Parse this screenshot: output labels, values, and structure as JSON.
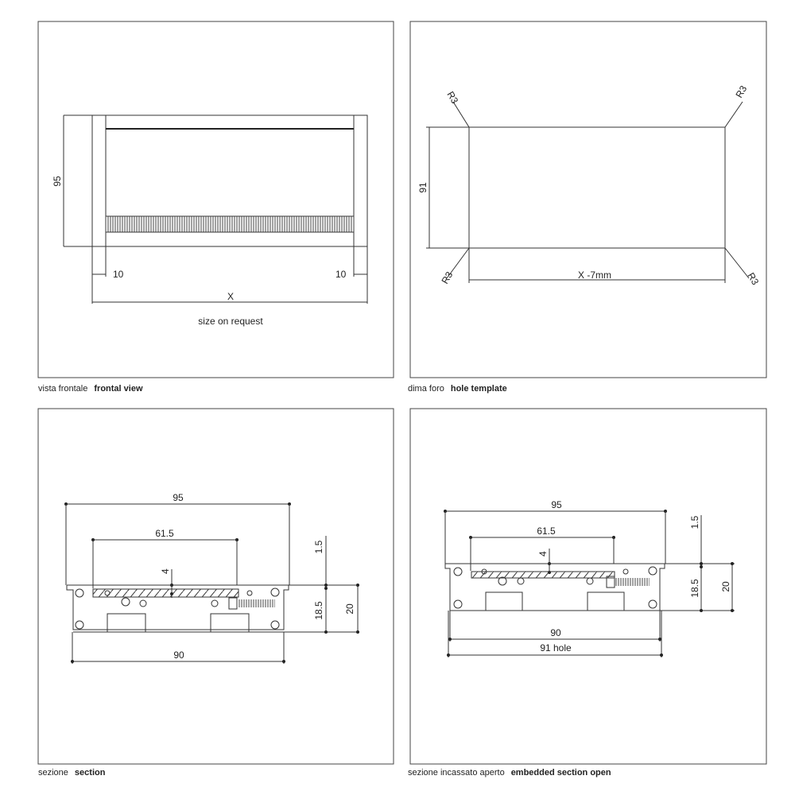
{
  "panels": {
    "frontal": {
      "caption_it": "vista frontale",
      "caption_en": "frontal view",
      "dim_height": "95",
      "dim_left": "10",
      "dim_right": "10",
      "dim_width": "X",
      "note": "size on request"
    },
    "hole": {
      "caption_it": "dima foro",
      "caption_en": "hole template",
      "dim_height": "91",
      "dim_width": "X -7mm",
      "radius_tl": "R3",
      "radius_tr": "R3",
      "radius_bl": "R3",
      "radius_br": "R3"
    },
    "section": {
      "caption_it": "sezione",
      "caption_en": "section",
      "dim_95": "95",
      "dim_61_5": "61.5",
      "dim_4": "4",
      "dim_1_5": "1.5",
      "dim_18_5": "18.5",
      "dim_20": "20",
      "dim_90": "90"
    },
    "embedded": {
      "caption_it": "sezione incassato aperto",
      "caption_en": "embedded section open",
      "dim_95": "95",
      "dim_61_5": "61.5",
      "dim_4": "4",
      "dim_1_5": "1.5",
      "dim_18_5": "18.5",
      "dim_20": "20",
      "dim_90": "90",
      "dim_91": "91 hole"
    }
  }
}
